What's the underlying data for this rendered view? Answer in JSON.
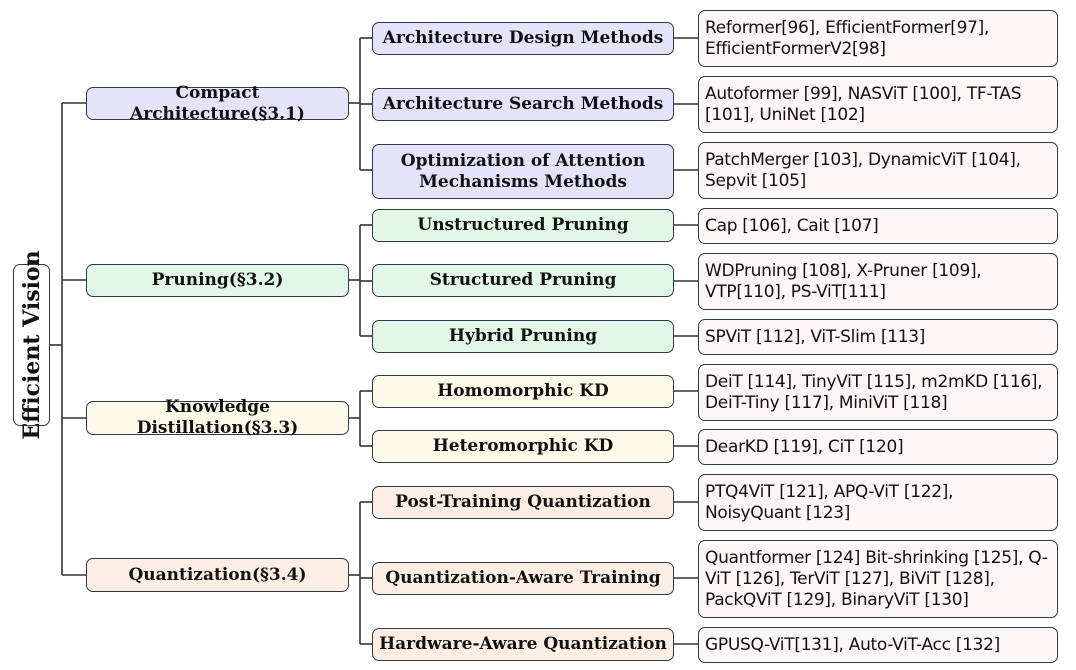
{
  "root": {
    "label": "Efficient Vision"
  },
  "categories": [
    {
      "label": "Compact Architecture(§3.1)",
      "methods": [
        {
          "label": "Architecture Design Methods",
          "refs": "Reformer[96], EfficientFormer[97], EfficientFormerV2[98]"
        },
        {
          "label": "Architecture Search Methods",
          "refs": "Autoformer [99], NASViT [100], TF-TAS [101], UniNet [102]"
        },
        {
          "label": "Optimization of Attention Mechanisms Methods",
          "refs": "PatchMerger [103], DynamicViT [104], Sepvit [105]"
        }
      ]
    },
    {
      "label": "Pruning(§3.2)",
      "methods": [
        {
          "label": "Unstructured Pruning",
          "refs": "Cap [106], Cait [107]"
        },
        {
          "label": "Structured Pruning",
          "refs": "WDPruning [108], X-Pruner [109], VTP[110], PS-ViT[111]"
        },
        {
          "label": "Hybrid Pruning",
          "refs": "SPViT [112], ViT-Slim [113]"
        }
      ]
    },
    {
      "label": "Knowledge Distillation(§3.3)",
      "methods": [
        {
          "label": "Homomorphic KD",
          "refs": "DeiT [114], TinyViT [115], m2mKD [116], DeiT-Tiny [117], MiniViT [118]"
        },
        {
          "label": "Heteromorphic KD",
          "refs": "DearKD [119], CiT [120]"
        }
      ]
    },
    {
      "label": "Quantization(§3.4)",
      "methods": [
        {
          "label": "Post-Training Quantization",
          "refs": "PTQ4ViT [121], APQ-ViT [122], NoisyQuant [123]"
        },
        {
          "label": "Quantization-Aware Training",
          "refs": "Quantformer [124] Bit-shrinking [125], Q-ViT [126], TerViT [127], BiViT [128], PackQViT [129], BinaryViT [130]"
        },
        {
          "label": "Hardware-Aware Quantization",
          "refs": "GPUSQ-ViT[131], Auto-ViT-Acc [132]"
        }
      ]
    }
  ],
  "colors": {
    "compact": "#e3e4fa",
    "pruning": "#e3f7e9",
    "distillation": "#fdfaea",
    "quantization": "#fdeee4",
    "leaf": "#fdf6f7",
    "border": "#2e3a45"
  }
}
